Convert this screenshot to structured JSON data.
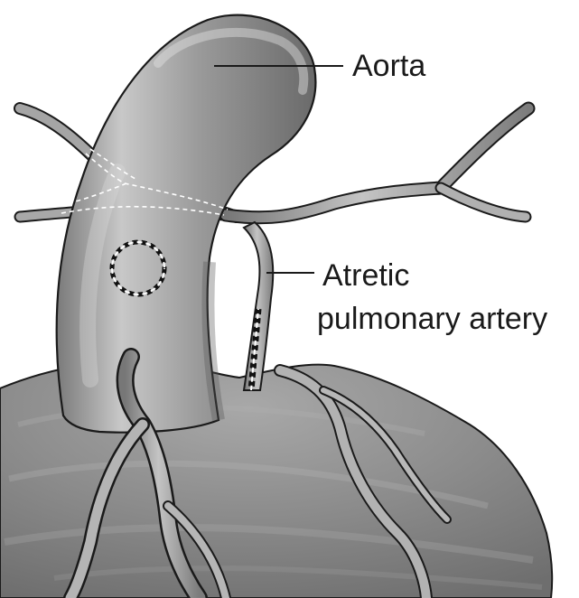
{
  "labels": {
    "aorta": "Aorta",
    "atretic_line1": "Atretic",
    "atretic_line2": "pulmonary artery"
  },
  "colors": {
    "background": "#ffffff",
    "outline": "#1a1a1a",
    "heart_base": "#8d8d8d",
    "vessel_base": "#a2a2a2",
    "dashed_guide": "#ffffff",
    "marker_dark": "#111111"
  }
}
